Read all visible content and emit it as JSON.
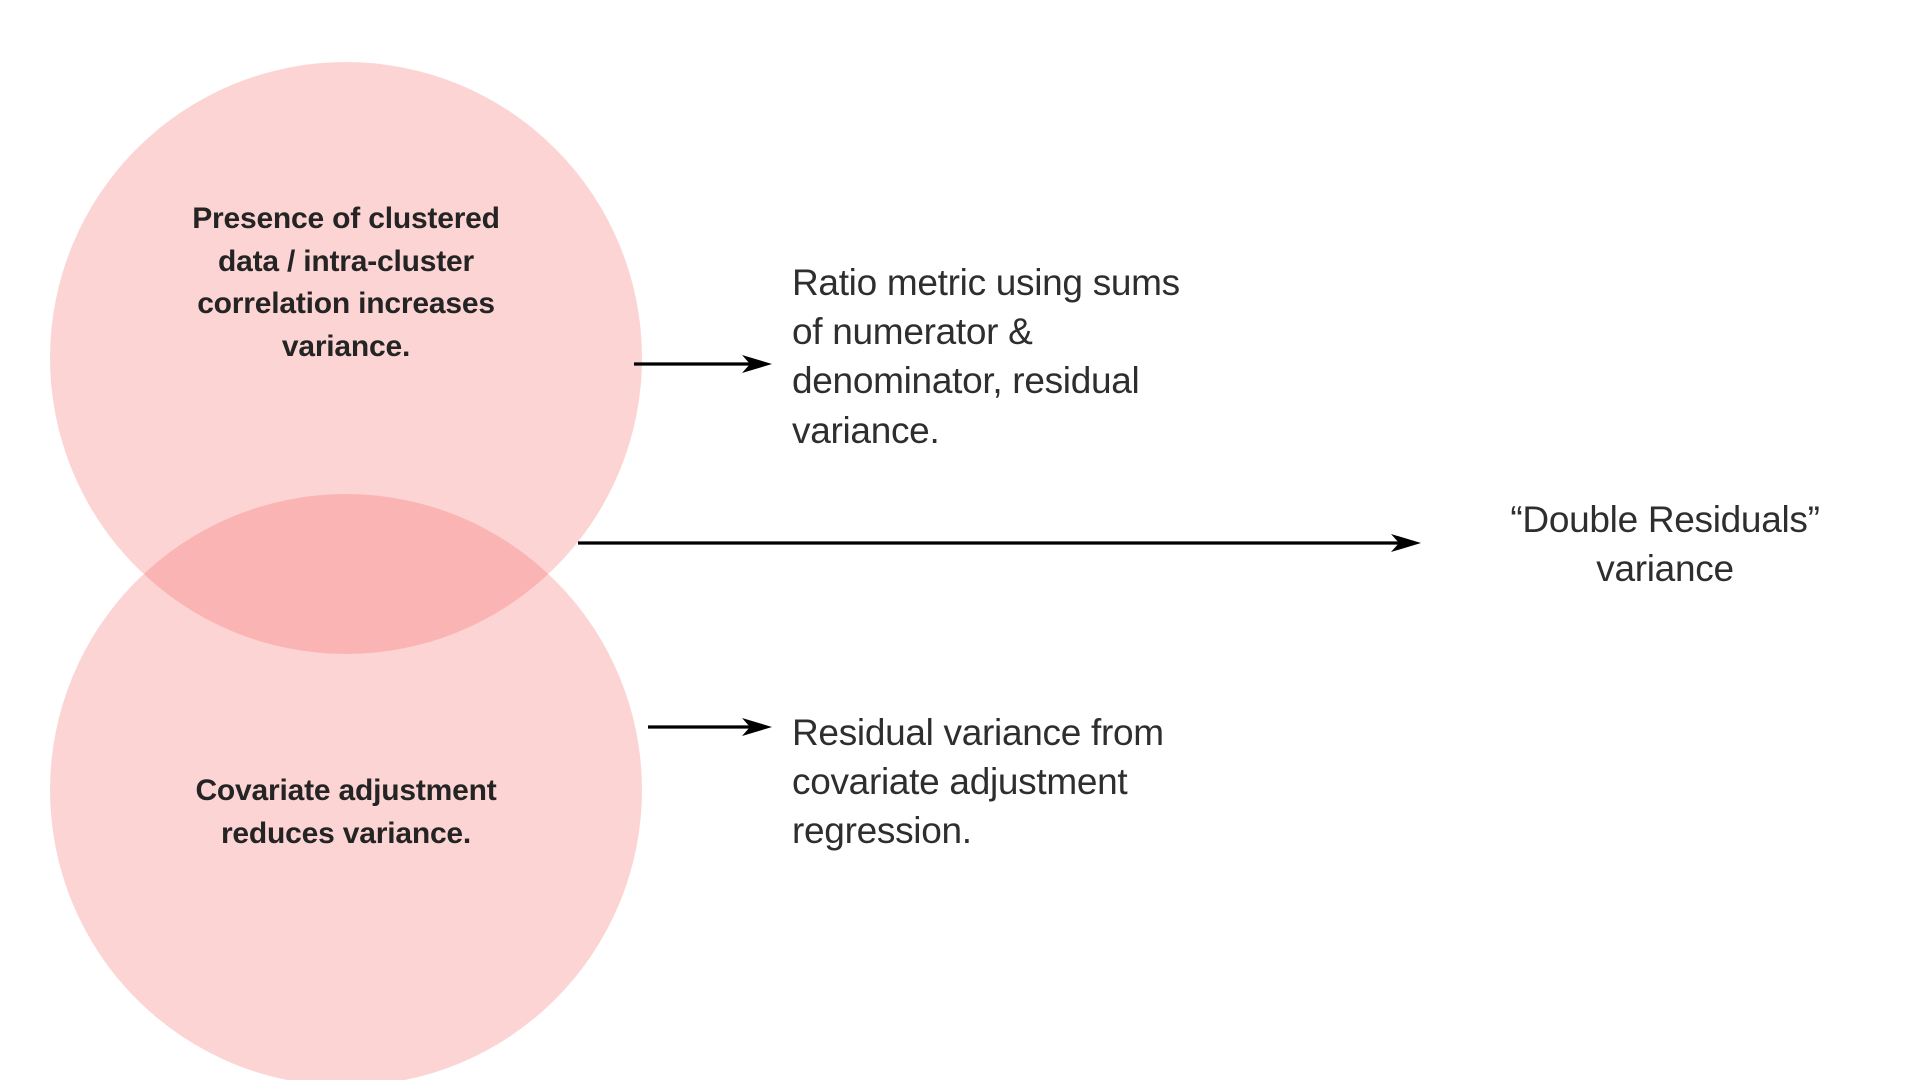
{
  "diagram": {
    "type": "venn-with-callouts",
    "background_color": "#ffffff",
    "circle_fill_color": "#fbcece",
    "circle_overlap_color": "#fba0a0",
    "text_color": "#2e2e2e",
    "arrow_color": "#000000"
  },
  "venn": {
    "top_circle": {
      "name": "clustered-data-circle",
      "label": "Presence of clustered\ndata / intra-cluster\ncorrelation increases\nvariance."
    },
    "bottom_circle": {
      "name": "covariate-adjustment-circle",
      "label": "Covariate adjustment\nreduces variance."
    },
    "overlap": {
      "name": "venn-overlap-lens",
      "label": ""
    }
  },
  "callouts": {
    "top": {
      "arrow_name": "arrow-top",
      "text": "Ratio metric using sums\nof numerator &\ndenominator, residual\nvariance."
    },
    "middle": {
      "arrow_name": "arrow-middle-long",
      "text": "“Double Residuals”\nvariance"
    },
    "bottom": {
      "arrow_name": "arrow-bottom",
      "text": "Residual variance from\ncovariate adjustment\nregression."
    }
  }
}
